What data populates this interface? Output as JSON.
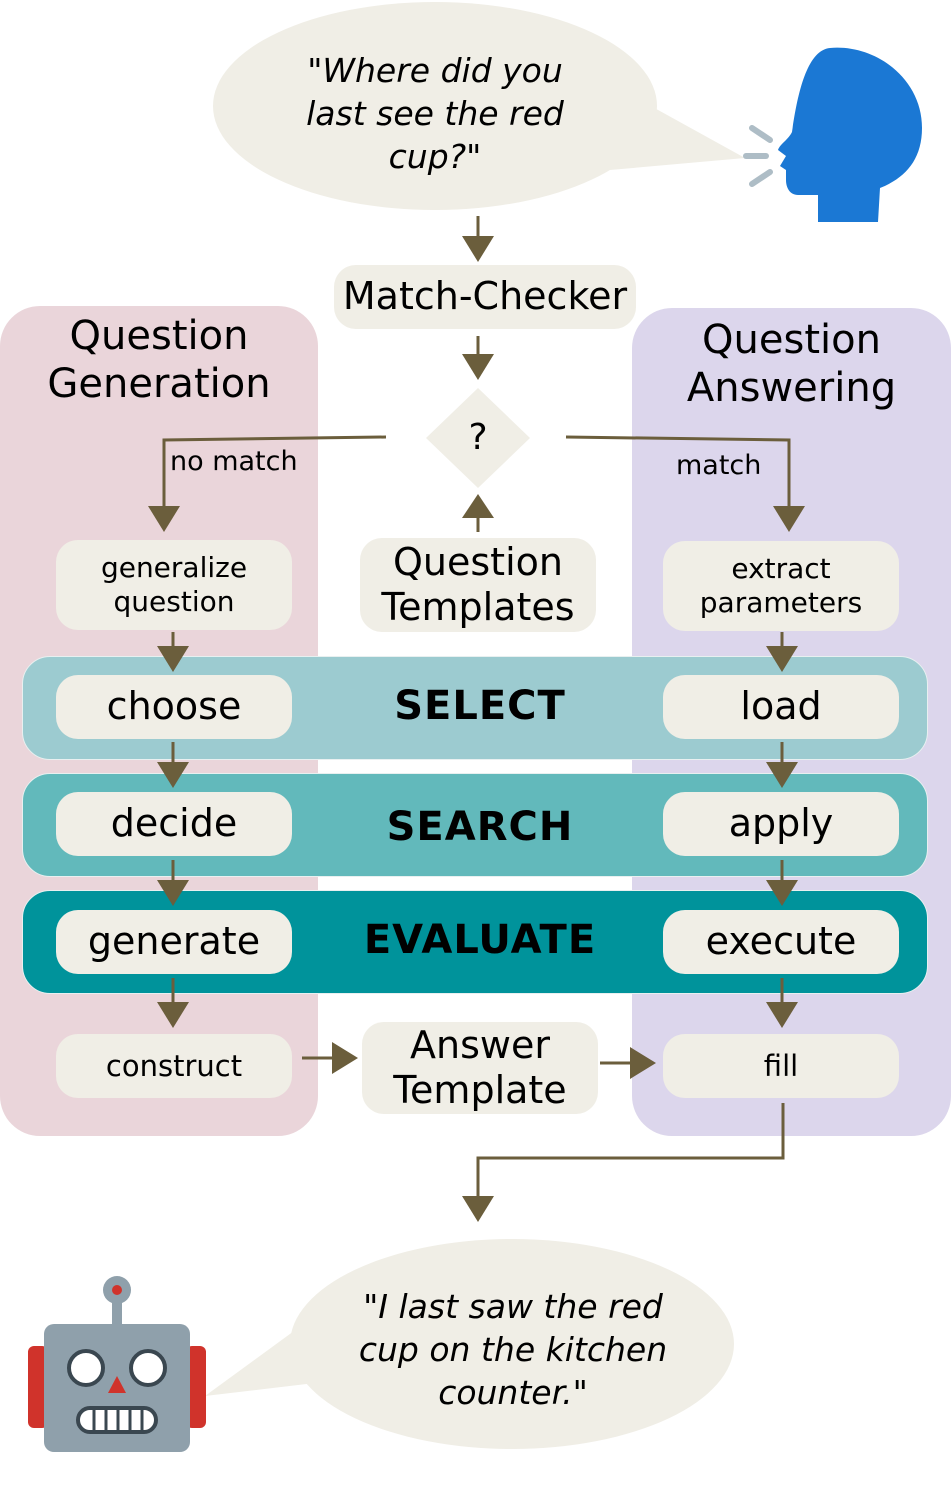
{
  "speech": {
    "question": "\"Where did you\nlast see the red\ncup?\"",
    "answer": "\"I last saw the red\ncup on the kitchen\ncounter.\""
  },
  "match_checker": "Match-Checker",
  "decision_symbol": "?",
  "panels": {
    "left_title": "Question\nGeneration",
    "right_title": "Question\nAnswering"
  },
  "edges": {
    "no_match": "no match",
    "match": "match"
  },
  "templates": {
    "question": "Question\nTemplates",
    "answer": "Answer\nTemplate"
  },
  "left_steps": {
    "generalize": "generalize\nquestion",
    "choose": "choose",
    "decide": "decide",
    "generate": "generate",
    "construct": "construct"
  },
  "right_steps": {
    "extract": "extract\nparameters",
    "load": "load",
    "apply": "apply",
    "execute": "execute",
    "fill": "fill"
  },
  "bands": {
    "select": "SELECT",
    "search": "SEARCH",
    "evaluate": "EVALUATE"
  },
  "colors": {
    "generation_panel": "#ead5da",
    "answering_panel": "#dcd6ec",
    "select_band": "#9ccbd0",
    "search_band": "#62b9bb",
    "evaluate_band": "#00939b",
    "box_fill": "#f0eee6",
    "arrow": "#6b5e3c",
    "human_icon": "#1b78d4",
    "robot_body": "#8fa0ab",
    "robot_accent": "#d0332b"
  },
  "icons": {
    "speaker": "speaking-head-icon",
    "robot": "robot-icon"
  }
}
